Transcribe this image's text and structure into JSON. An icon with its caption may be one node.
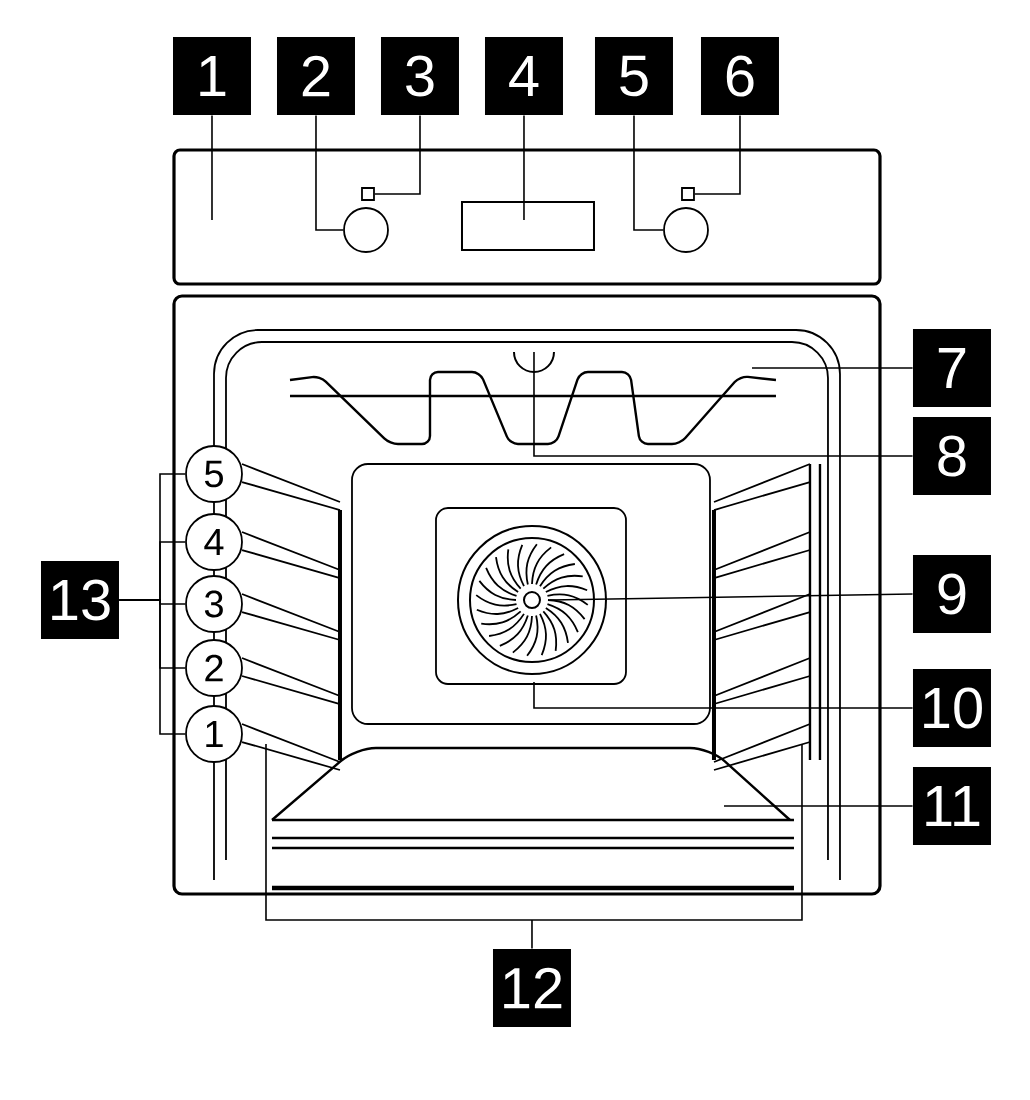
{
  "diagram": {
    "nodes": [
      {
        "text": [
          "1"
        ]
      },
      {
        "text": [
          "2"
        ]
      },
      {
        "text": [
          "3"
        ]
      },
      {
        "text": [
          "4"
        ]
      },
      {
        "text": [
          "5"
        ]
      },
      {
        "text": [
          "6"
        ]
      },
      {
        "text": [
          "7"
        ]
      },
      {
        "text": [
          "8"
        ]
      },
      {
        "text": [
          "9"
        ]
      },
      {
        "text": [
          "10"
        ]
      },
      {
        "text": [
          "11"
        ]
      },
      {
        "text": [
          "12"
        ]
      },
      {
        "text": [
          "13"
        ]
      },
      {
        "text": [
          "5"
        ]
      },
      {
        "text": [
          "4"
        ]
      },
      {
        "text": [
          "3"
        ]
      },
      {
        "text": [
          "2"
        ]
      },
      {
        "text": [
          "1"
        ]
      },
      {
        "text": [],
        "shape": "circle"
      },
      {
        "text": [],
        "shape": "circle"
      },
      {
        "text": [],
        "shape": "box"
      },
      {
        "text": [],
        "shape": "box"
      }
    ],
    "edges": [
      {
        "from": 0,
        "to": null,
        "arrow": "none"
      },
      {
        "from": 1,
        "to": 18,
        "arrow": "none"
      },
      {
        "from": 2,
        "to": 20,
        "arrow": "none"
      },
      {
        "from": 3,
        "to": null,
        "arrow": "none"
      },
      {
        "from": 4,
        "to": 19,
        "arrow": "none"
      },
      {
        "from": 5,
        "to": 21,
        "arrow": "none"
      },
      {
        "from": 6,
        "to": null,
        "arrow": "none"
      },
      {
        "from": 7,
        "to": null,
        "arrow": "none"
      },
      {
        "from": 8,
        "to": null,
        "arrow": "none"
      },
      {
        "from": 9,
        "to": null,
        "arrow": "none"
      },
      {
        "from": 10,
        "to": null,
        "arrow": "none"
      },
      {
        "from": 11,
        "to": null,
        "arrow": "none"
      },
      {
        "from": 12,
        "to": 13,
        "arrow": "none"
      },
      {
        "from": 12,
        "to": 14,
        "arrow": "none"
      },
      {
        "from": 12,
        "to": 15,
        "arrow": "none"
      },
      {
        "from": 12,
        "to": 16,
        "arrow": "none"
      },
      {
        "from": 12,
        "to": 17,
        "arrow": "none"
      }
    ]
  }
}
